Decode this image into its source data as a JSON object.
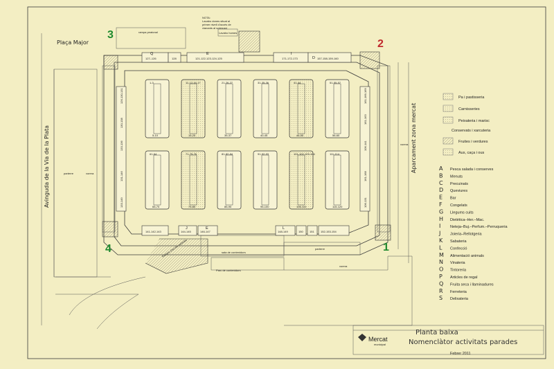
{
  "streets": {
    "plaza": "Plaça Major",
    "avenue": "Avinguda de la Via de la Plata",
    "parking": "Aparcament zona mercat"
  },
  "entrances": {
    "e1": "1",
    "e2": "2",
    "e3": "3",
    "e4": "4"
  },
  "colors": {
    "entrance_green": "#1f8a2e",
    "entrance_red": "#c0282d",
    "paper": "#f3eec3"
  },
  "notes": {
    "ramp": "rampa peatonal",
    "note": [
      "NOTA:",
      "Lavabo dones situat al",
      "primer nivell d'accés de",
      "vianants al soterrani"
    ],
    "men_lavatory": "Lavabo homes",
    "truck_path": "Rampa d'accés vehicles",
    "container_park": "Parc de contenidors",
    "exit_lavatory": "sala de contenidors",
    "parterre": "parterre",
    "vorera": "vorera"
  },
  "top_stalls": [
    "127–126",
    "128",
    "121-122-123-124-125",
    "171-172-173",
    "157-158-159-160"
  ],
  "top_letters": [
    "Q",
    "E",
    "I",
    "D"
  ],
  "bottom_stalls": [
    "141-142-143",
    "144-145",
    "146-147",
    "148-149",
    "150",
    "151",
    "152-153-154"
  ],
  "bottom_letters": [
    "J",
    "E",
    "L"
  ],
  "left_stalls": [
    "126-130-131",
    "130-138",
    "133-136",
    "131-146",
    "133-149"
  ],
  "right_stalls": [
    "161-166-169",
    "161-163",
    "106-141",
    "161-168",
    "106-131"
  ],
  "island_labels": [
    [
      "1-3",
      "5-10"
    ],
    [
      "11-12-16-17",
      "15-20"
    ],
    [
      "21-26-27",
      "35-37"
    ],
    [
      "31-35-36",
      "40-45"
    ],
    [
      "41-44",
      "46-50"
    ],
    [
      "51-55-57",
      "56-60"
    ],
    [
      "61-64",
      "65-70"
    ],
    [
      "71-75-76",
      "75-80"
    ],
    [
      "81-82-84",
      "85-90"
    ],
    [
      "91-92-93",
      "95-100"
    ],
    [
      "101-102-103-104",
      "106-110"
    ],
    [
      "111-114",
      "115-120"
    ]
  ],
  "legend_stalls": [
    "Pa i pastisseria",
    "Carnisseries",
    "Peixateria i marisc",
    "Conservats i xarcuteria",
    "Fruites i verdures",
    "Aus, caça i ous"
  ],
  "activities": [
    {
      "letter": "A",
      "label": "Pesca salada i conserves"
    },
    {
      "letter": "B",
      "label": "Menuts"
    },
    {
      "letter": "C",
      "label": "Precuinats"
    },
    {
      "letter": "D",
      "label": "Queviures"
    },
    {
      "letter": "E",
      "label": "Bar"
    },
    {
      "letter": "F",
      "label": "Congelats"
    },
    {
      "letter": "G",
      "label": "Llegums cuits"
    },
    {
      "letter": "H",
      "label": "Dietètica–Her.–Mac."
    },
    {
      "letter": "I",
      "label": "Neteja–Buj.–Perfum.–Perruqueria"
    },
    {
      "letter": "J",
      "label": "Joieria–Rellotgeria"
    },
    {
      "letter": "K",
      "label": "Sabateria"
    },
    {
      "letter": "L",
      "label": "Confecció"
    },
    {
      "letter": "M",
      "label": "Alimentació animals"
    },
    {
      "letter": "N",
      "label": "Vinateria"
    },
    {
      "letter": "O",
      "label": "Tintoreria"
    },
    {
      "letter": "P",
      "label": "Articles de regal"
    },
    {
      "letter": "Q",
      "label": "Fruita seca i llaminadures"
    },
    {
      "letter": "R",
      "label": "Ferreteria"
    },
    {
      "letter": "S",
      "label": "Delixateria"
    }
  ],
  "title_block": {
    "logo": "Mercat",
    "logo_sub": "municipal",
    "line1": "Planta baixa",
    "line2": "Nomenclàtor activitats parades",
    "date": "Febrer 2011"
  }
}
